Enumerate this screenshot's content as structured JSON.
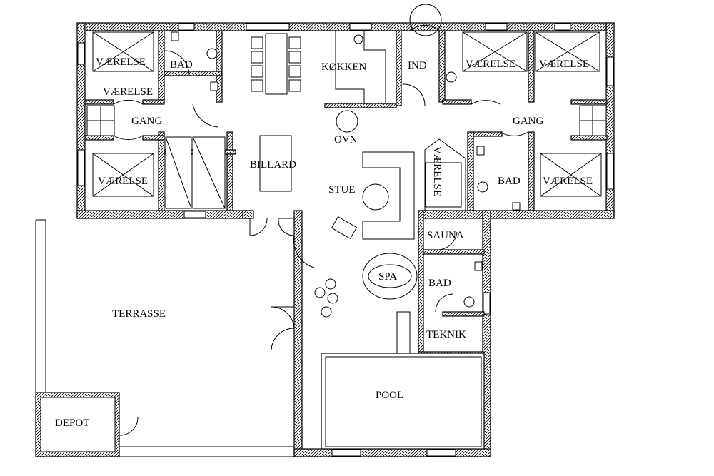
{
  "rooms": {
    "vaerelse_nw_top": "VÆRELSE",
    "vaerelse_nw_second": "VÆRELSE",
    "bad_nw": "BAD",
    "gang_west": "GANG",
    "vaerelse_sw": "VÆRELSE",
    "billard": "BILLARD",
    "koekken": "KØKKEN",
    "ind": "IND",
    "ovn": "OVN",
    "stue": "STUE",
    "vaerelse_ne_left": "VÆRELSE",
    "vaerelse_ne_right": "VÆRELSE",
    "gang_east": "GANG",
    "vaerelse_vertical": "VÆRELSE",
    "bad_east": "BAD",
    "vaerelse_se": "VÆRELSE",
    "sauna": "SAUNA",
    "spa": "SPA",
    "bad_south": "BAD",
    "teknik": "TEKNIK",
    "terrasse": "TERRASSE",
    "pool": "POOL",
    "depot": "DEPOT"
  }
}
